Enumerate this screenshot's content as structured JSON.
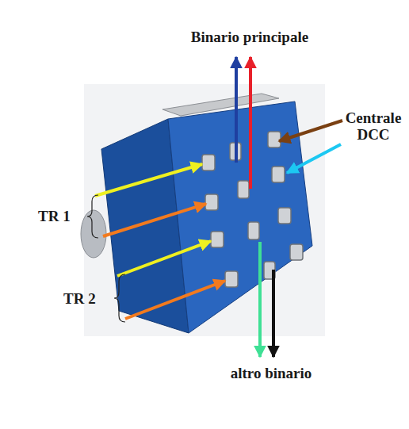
{
  "diagram": {
    "labels": [
      "Binario principale",
      "Centrale DCC",
      "TR 1",
      "TR 2",
      "altro binario"
    ]
  }
}
